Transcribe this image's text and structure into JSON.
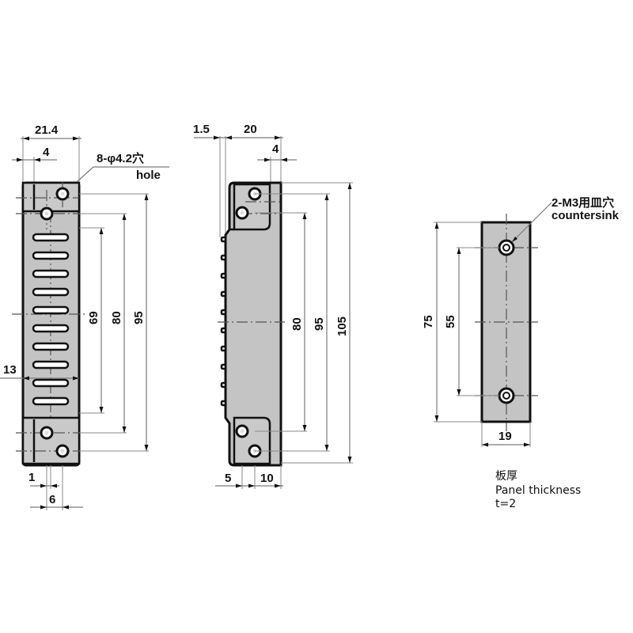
{
  "title": "Handle / hinge technical drawing with dimensions (mm)",
  "views": {
    "front": {
      "width_total": "21.4",
      "hole_offset_top": "4",
      "hole_note_jp": "8-φ4.2穴",
      "hole_note_en": "hole",
      "height_slots": "69",
      "height_holes_inner": "80",
      "height_holes_outer": "95",
      "side_offset": "13",
      "bottom_offset_1": "1",
      "bottom_offset_6": "6",
      "slot_count": 10
    },
    "side": {
      "dim_1_5": "1.5",
      "width": "20",
      "hole_offset_top": "4",
      "height_80": "80",
      "height_95": "95",
      "height_105": "105",
      "bottom_5": "5",
      "bottom_10": "10",
      "tooth_count": 10
    },
    "mount_plate": {
      "countersink_note_jp": "2-M3用皿穴",
      "countersink_note_en": "countersink",
      "height_75": "75",
      "height_55": "55",
      "width_19": "19"
    }
  },
  "panel_note": {
    "jp": "板厚",
    "en": "Panel thickness",
    "value": "t=2"
  }
}
